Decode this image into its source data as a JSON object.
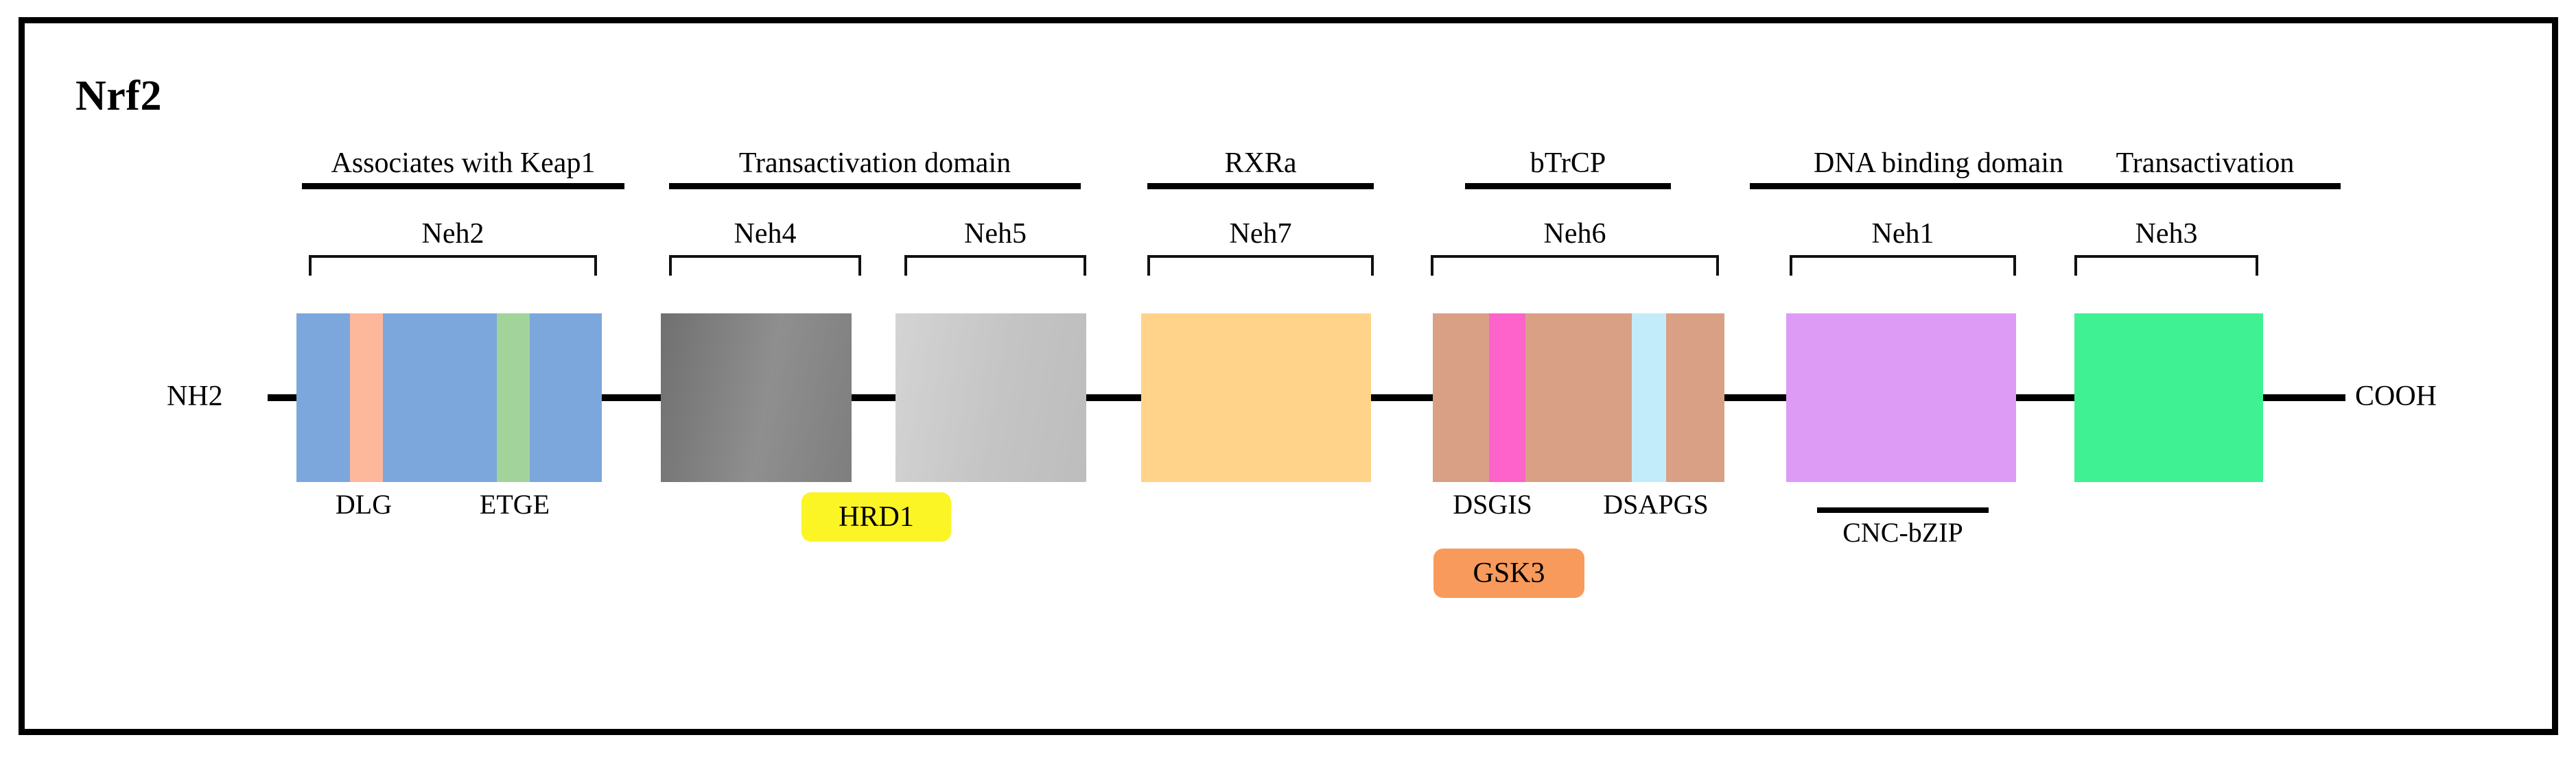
{
  "figure": {
    "title": "Nrf2",
    "n_terminus": "NH2",
    "c_terminus": "COOH"
  },
  "group_headers": [
    {
      "label": "Associates with Keap1"
    },
    {
      "label": "Transactivation domain"
    },
    {
      "label": "RXRa"
    },
    {
      "label": "bTrCP"
    },
    {
      "label": "DNA binding domain"
    },
    {
      "label": "Transactivation"
    }
  ],
  "domains": [
    {
      "name": "Neh2",
      "color": "#7ba7dd"
    },
    {
      "name": "Neh4",
      "color": "#808080"
    },
    {
      "name": "Neh5",
      "color": "#c8c8c8"
    },
    {
      "name": "Neh7",
      "color": "#ffd389"
    },
    {
      "name": "Neh6",
      "color": "#d9a086"
    },
    {
      "name": "Neh1",
      "color": "#dd9bf5"
    },
    {
      "name": "Neh3",
      "color": "#3ff193"
    }
  ],
  "motifs": [
    {
      "label": "DLG",
      "color": "#fdb79a"
    },
    {
      "label": "ETGE",
      "color": "#a2d39a"
    },
    {
      "label": "DSGIS",
      "color": "#fd63cb"
    },
    {
      "label": "DSAPGS",
      "color": "#c3ecfb"
    }
  ],
  "sub_labels": [
    {
      "label": "CNC-bZIP"
    }
  ],
  "badges": [
    {
      "label": "HRD1",
      "color": "#fbf526"
    },
    {
      "label": "GSK3",
      "color": "#f89a5c"
    }
  ]
}
